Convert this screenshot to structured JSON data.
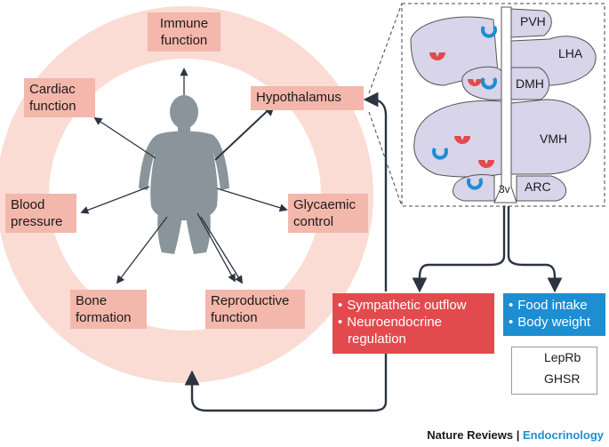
{
  "organs": {
    "immune": [
      "Immune",
      "function"
    ],
    "cardiac": [
      "Cardiac",
      "function"
    ],
    "hypothalamus": "Hypothalamus",
    "blood": [
      "Blood",
      "pressure"
    ],
    "glycaemic": [
      "Glycaemic",
      "control"
    ],
    "bone": [
      "Bone",
      "formation"
    ],
    "reproductive": [
      "Reproductive",
      "function"
    ]
  },
  "regions": {
    "pvh": "PVH",
    "lha": "LHA",
    "dmh": "DMH",
    "vmh": "VMH",
    "arc": "ARC",
    "third_ventricle": "3v"
  },
  "outputs": {
    "sympathetic": "Sympathetic outflow",
    "neuro_line1": "Neuroendocrine",
    "neuro_line2": "regulation",
    "food": "Food intake",
    "body_weight": "Body weight"
  },
  "legend": {
    "leprb": "LepRb",
    "ghsr": "GHSR"
  },
  "credit": {
    "publisher": "Nature Reviews",
    "separator": " | ",
    "journal": "Endocrinology"
  },
  "colors": {
    "ring": "#fadcd5",
    "organ_box": "#f4b7ab",
    "brain": "#d8d4ea",
    "leprb_marker": "#e34a4e",
    "ghsr_marker": "#1d8ed1",
    "silhouette": "#8a959b",
    "arrow": "#2b3440"
  }
}
